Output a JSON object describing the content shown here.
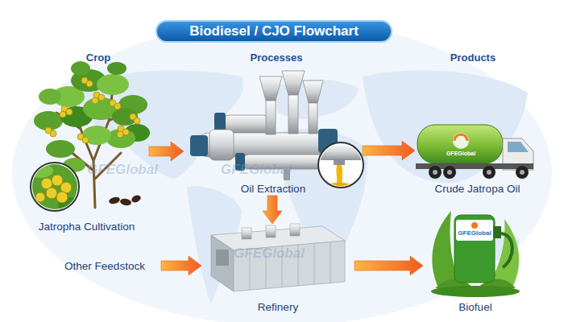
{
  "diagram": {
    "title": "Biodiesel / CJO Flowchart",
    "nodes": [
      {
        "text": [
          "Jatropha Cultivation"
        ]
      },
      {
        "text": [
          "Oil Extraction"
        ]
      },
      {
        "text": [
          "Crude Jatropa Oil"
        ]
      },
      {
        "text": [
          "Other Feedstock"
        ]
      },
      {
        "text": [
          "Refinery"
        ]
      },
      {
        "text": [
          "Biofuel"
        ]
      }
    ],
    "edges": [
      {
        "from": 0,
        "to": 1,
        "arrow": "to"
      },
      {
        "from": 1,
        "to": 2,
        "arrow": "to"
      },
      {
        "from": 1,
        "to": 4,
        "arrow": "to"
      },
      {
        "from": 3,
        "to": 4,
        "arrow": "to"
      },
      {
        "from": 4,
        "to": 5,
        "arrow": "to"
      }
    ],
    "labels": [
      "Crop",
      "Processes",
      "Products",
      "GFEGlobal",
      "GFEGlobal",
      "GFEGlobal",
      "GFEGlobal",
      "GFEGlobal"
    ]
  }
}
